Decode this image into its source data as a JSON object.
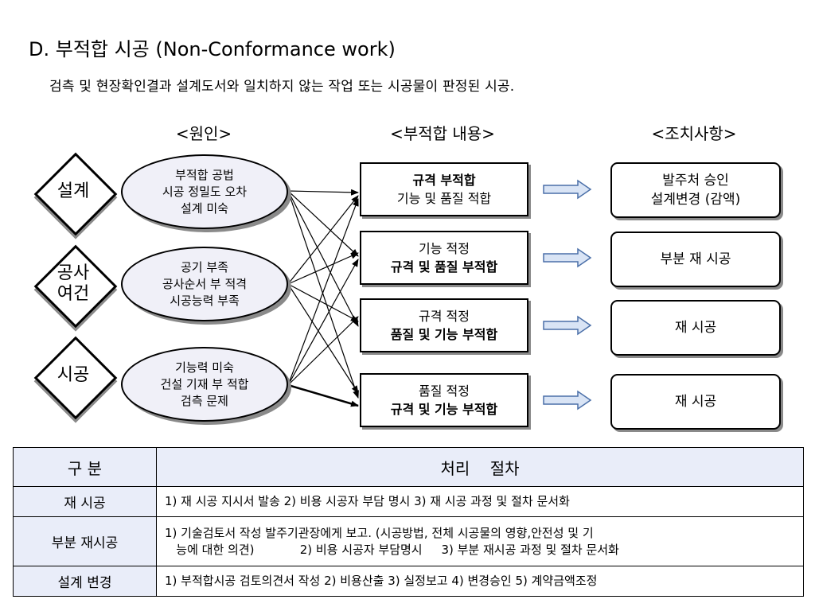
{
  "title": "D. 부적합 시공 (Non-Conformance work)",
  "subtitle": "검측 및 현장확인결과 설계도서와 일치하지 않는 작업 또는 시공물이 판정된 시공.",
  "columns": {
    "cause": "<원인>",
    "content": "<부적합 내용>",
    "action": "<조치사항>"
  },
  "causes": [
    {
      "category": "설계",
      "items": "부적합 공법\n시공 정밀도 오차\n설계 미숙"
    },
    {
      "category": "공사\n여건",
      "items": "공기 부족\n공사순서 부 적격\n시공능력 부족"
    },
    {
      "category": "시공",
      "items": "기능력 미숙\n건설 기재 부 적합\n검측 문제"
    }
  ],
  "nonconformities": [
    {
      "line1": "규격 부적합",
      "line2": "기능 및 품질 적합"
    },
    {
      "line1": "기능 적정",
      "line2": "규격 및 품질 부적합"
    },
    {
      "line1": "규격 적정",
      "line2": "품질 및 기능 부적합"
    },
    {
      "line1": "품질 적정",
      "line2": "규격 및 기능 부적합"
    }
  ],
  "actions": [
    "발주처 승인\n설계변경 (감액)",
    "부분 재 시공",
    "재 시공",
    "재 시공"
  ],
  "procedure_table": {
    "header_category": "구 분",
    "header_procedure": "처리    절차",
    "rows": [
      {
        "category": "재 시공",
        "procedure": "1) 재 시공 지시서 발송    2) 비용 시공자 부담 명시    3) 재 시공 과정 및 절차 문서화"
      },
      {
        "category": "부분 재시공",
        "procedure": "1) 기술검토서 작성 발주기관장에게 보고. (시공방법, 전체 시공물의 영향,안전성 및 기\n   능에 대한 의견)            2) 비용 시공자 부담명시     3) 부분 재시공 과정 및 절차 문서화"
      },
      {
        "category": "설계 변경",
        "procedure": "1) 부적합시공 검토의견서 작성  2) 비용산출   3) 실정보고  4) 변경승인  5) 계약금액조정"
      }
    ]
  },
  "colors": {
    "ellipse_fill": "#f0f0f8",
    "table_header_fill": "#e9edf9",
    "arrow_fill": "#d9e4f5",
    "arrow_stroke": "#4a6fa8"
  }
}
